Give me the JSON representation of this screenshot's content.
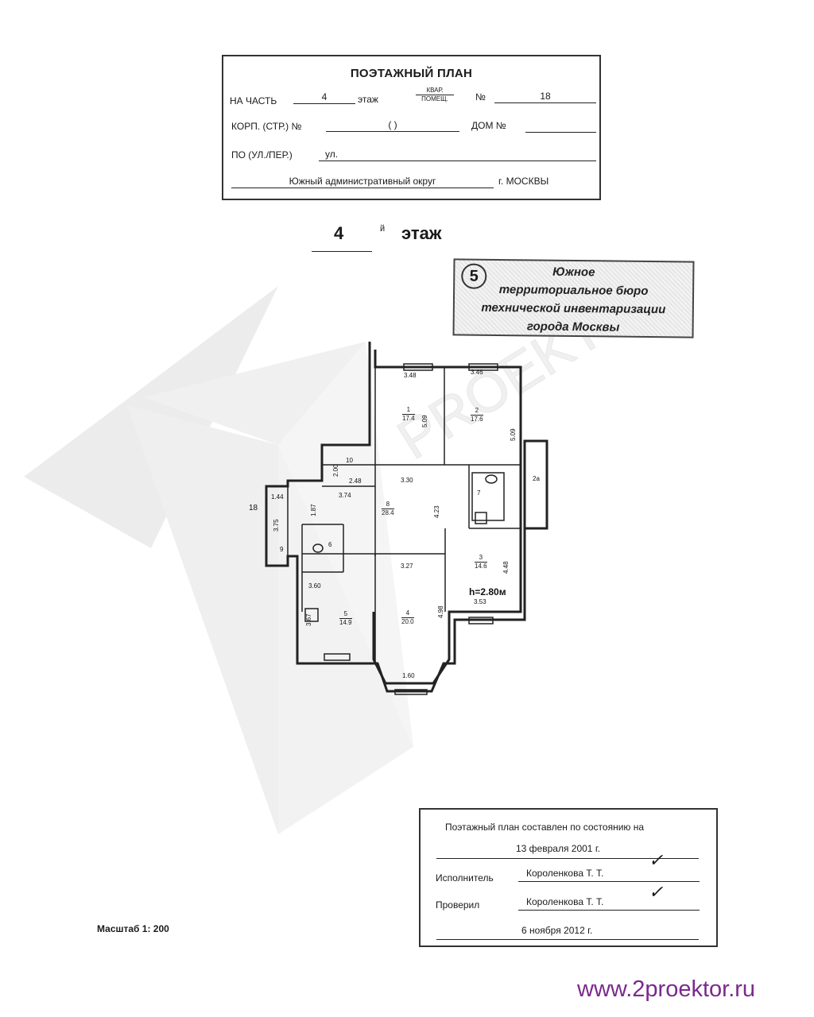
{
  "form": {
    "title": "ПОЭТАЖНЫЙ ПЛАН",
    "na_chast_label": "НА ЧАСТЬ",
    "floor_value": "4",
    "etazh_label": "этаж",
    "kvar_label": "КВАР.",
    "pomesch_label": "ПОМЕЩ.",
    "no_label": "№",
    "apartment_no": "18",
    "korp_label": "КОРП. (СТР.) №",
    "korp_paren": "(                    )",
    "dom_label": "ДОМ №",
    "street_label": "ПО (УЛ./ПЕР.)",
    "street_value": "ул.",
    "district": "Южный административный округ",
    "city": "г. МОСКВЫ"
  },
  "floor_heading": {
    "number": "4",
    "suffix": "й",
    "word": "этаж"
  },
  "stamp": {
    "circle_number": "5",
    "lines": [
      "Южное",
      "территориальное бюро",
      "технической инвентаризации",
      "города Москвы"
    ]
  },
  "plan": {
    "rooms": [
      {
        "num": "1",
        "area": "17.4"
      },
      {
        "num": "2",
        "area": "17.6"
      },
      {
        "num": "3",
        "area": "14.6"
      },
      {
        "num": "4",
        "area": "20.0"
      },
      {
        "num": "5",
        "area": "14.9"
      },
      {
        "num": "8",
        "area": "28.4"
      }
    ],
    "room_labels": {
      "r6": "6",
      "r7": "7",
      "r9": "9",
      "r10": "10",
      "r2a": "2а",
      "r18": "18"
    },
    "dims": {
      "d348": "3.48",
      "d346": "3.46",
      "d509a": "5.09",
      "d509b": "5.09",
      "d200": "2.00",
      "d248": "2.48",
      "d374": "3.74",
      "d330": "3.30",
      "d423": "4.23",
      "d144": "1.44",
      "d187": "1.87",
      "d375": "3.75",
      "d327": "3.27",
      "d448": "4.48",
      "d353": "3.53",
      "d360": "3.60",
      "d367": "3.67",
      "d498": "4.98",
      "d160": "1.60"
    },
    "height_label": "h=2.80м"
  },
  "bottom": {
    "line1": "Поэтажный план составлен по состоянию на",
    "date1": "13 февраля 2001 г.",
    "ispolnitel_label": "Исполнитель",
    "ispolnitel_name": "Короленкова Т. Т.",
    "proveril_label": "Проверил",
    "proveril_name": "Короленкова Т. Т.",
    "date2": "6 ноября 2012 г."
  },
  "scale_text": "Масштаб 1: 200",
  "website": "www.2proektor.ru"
}
